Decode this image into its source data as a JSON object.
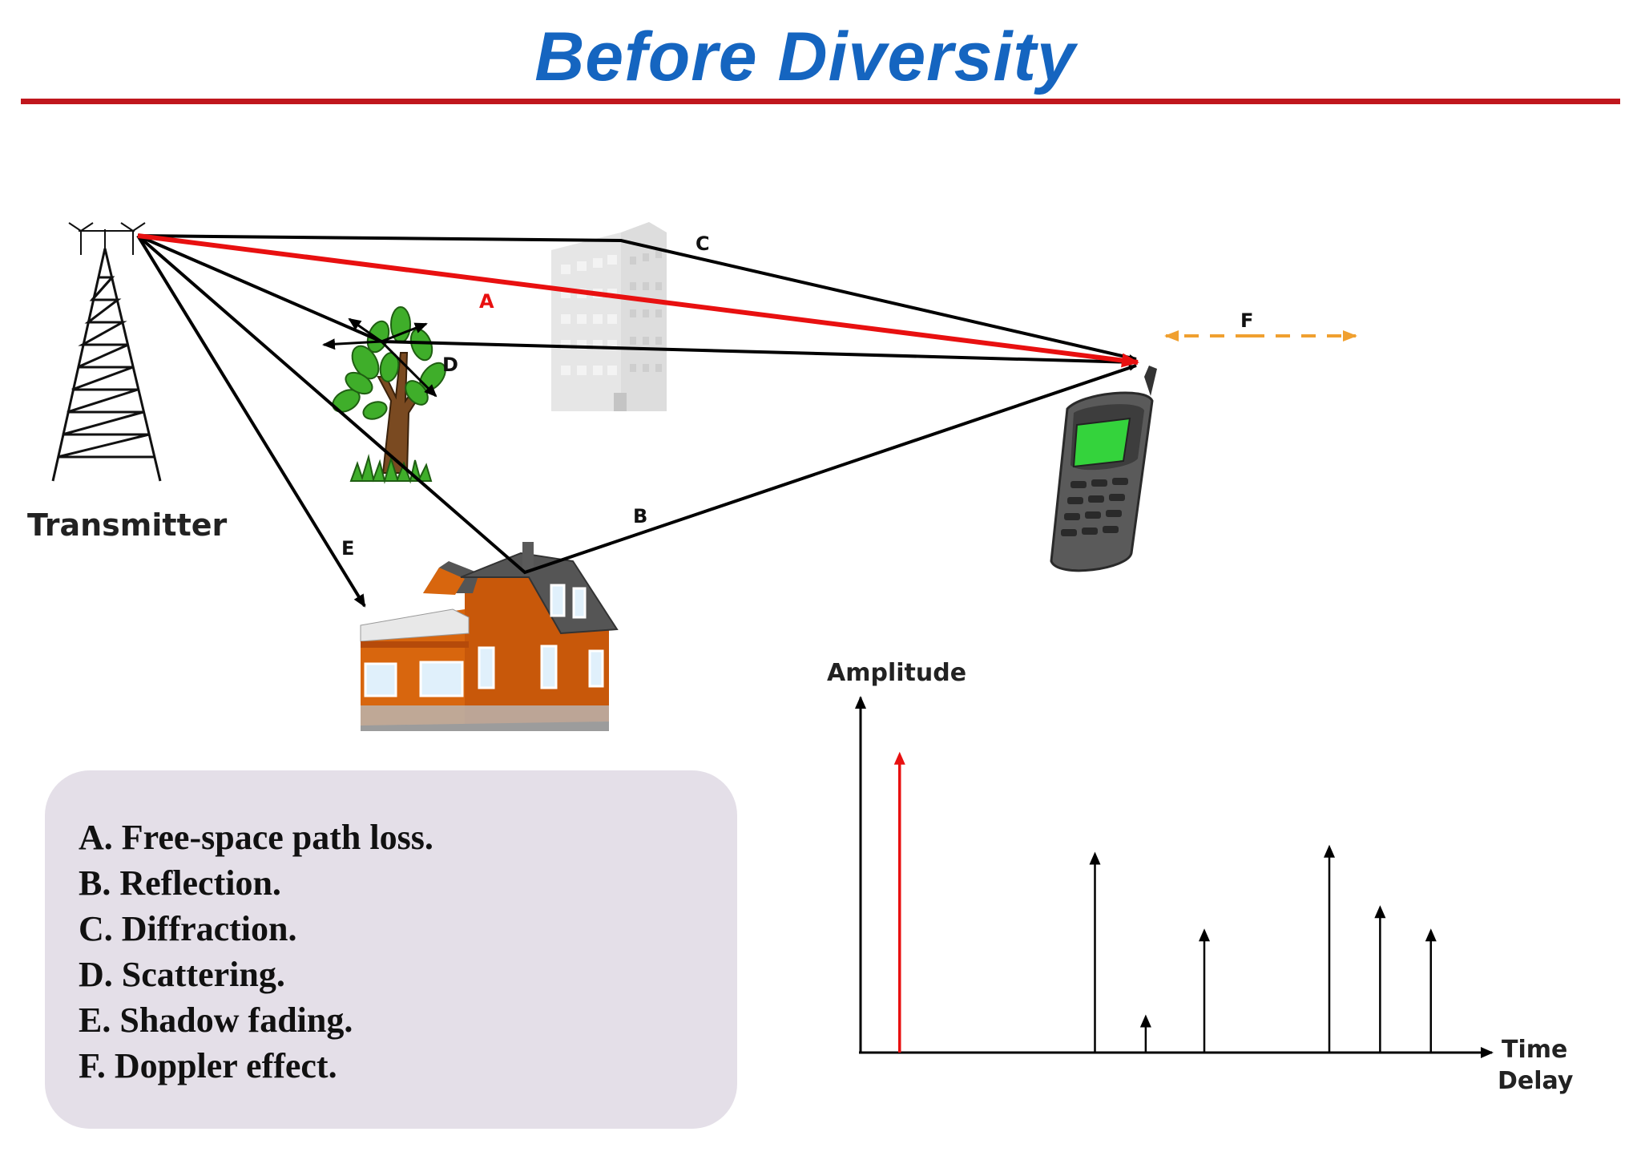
{
  "slide": {
    "title": "Before Diversity"
  },
  "colors": {
    "title": "#1565c0",
    "rule": "#c0171d",
    "direct_path": "#e81010",
    "doppler": "#f0a030",
    "legend_bg": "#e4dfe8",
    "house": "#d8660e",
    "screen": "#34d33c"
  },
  "scene": {
    "transmitter_label": "Transmitter",
    "paths": [
      {
        "id": "A",
        "label": "A",
        "kind": "direct line of sight"
      },
      {
        "id": "B",
        "label": "B",
        "kind": "reflected off house"
      },
      {
        "id": "C",
        "label": "C",
        "kind": "diffracted over building"
      },
      {
        "id": "D",
        "label": "D",
        "kind": "scattered by tree"
      },
      {
        "id": "E",
        "label": "E",
        "kind": "shadowed toward house"
      },
      {
        "id": "F",
        "label": "F",
        "kind": "doppler motion"
      }
    ],
    "icons": [
      "tower-icon",
      "office-building-icon",
      "tree-icon",
      "house-icon",
      "mobile-phone-icon"
    ]
  },
  "legend": {
    "items": [
      "A. Free-space path loss.",
      "B. Reflection.",
      "C. Diffraction.",
      "D. Scattering.",
      "E. Shadow fading.",
      "F. Doppler effect."
    ]
  },
  "chart_data": {
    "type": "stem",
    "ylabel": "Amplitude",
    "xlabel_lines": [
      "Time",
      "Delay"
    ],
    "x": [
      1,
      6,
      7.3,
      8.8,
      12,
      13.3,
      14.6
    ],
    "values": [
      12.8,
      8.5,
      1.5,
      5.2,
      8.8,
      6.2,
      5.2
    ],
    "colors": [
      "#e81010",
      "#000000",
      "#000000",
      "#000000",
      "#000000",
      "#000000",
      "#000000"
    ],
    "xlim": [
      0,
      16
    ],
    "ylim": [
      0,
      15
    ]
  }
}
